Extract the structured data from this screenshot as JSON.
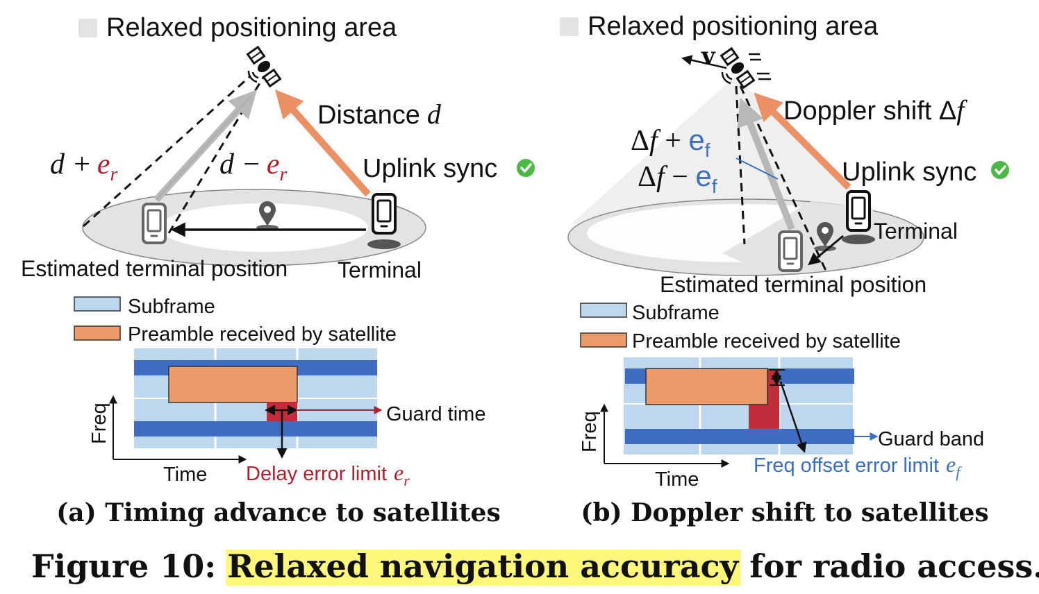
{
  "panel_a": {
    "legend_area": "Relaxed positioning area",
    "distance_label": "Distance",
    "distance_var": "d",
    "plus_label_d": "d +",
    "plus_label_e": "e",
    "plus_label_sub": "r",
    "minus_label_d": "d −",
    "minus_label_e": "e",
    "minus_label_sub": "r",
    "uplink_sync": "Uplink sync",
    "estimated_position": "Estimated terminal position",
    "terminal": "Terminal",
    "legend_subframe": "Subframe",
    "legend_preamble": "Preamble received by satellite",
    "axis_freq": "Freq",
    "axis_time": "Time",
    "guard_time": "Guard time",
    "delay_error_text": "Delay error limit",
    "delay_error_var": "e",
    "delay_error_sub": "r",
    "caption": "(a) Timing advance to satellites"
  },
  "panel_b": {
    "legend_area": "Relaxed positioning area",
    "velocity": "v",
    "doppler_label": "Doppler shift Δ",
    "doppler_var": "f",
    "plus_label_df": "Δ",
    "plus_label_f": "f",
    "plus_label_op": " + ",
    "plus_label_e": "e",
    "plus_label_sub": "f",
    "minus_label_df": "Δ",
    "minus_label_f": "f",
    "minus_label_op": " − ",
    "minus_label_e": "e",
    "minus_label_sub": "f",
    "uplink_sync": "Uplink sync",
    "terminal": "Terminal",
    "estimated_position": "Estimated terminal position",
    "legend_subframe": "Subframe",
    "legend_preamble": "Preamble received by satellite",
    "axis_freq": "Freq",
    "axis_time": "Time",
    "guard_band": "Guard band",
    "freq_error_text": "Freq offset error limit",
    "freq_error_var": "e",
    "freq_error_sub": "f",
    "caption": "(b) Doppler shift to satellites"
  },
  "figure_caption": {
    "prefix": "Figure 10: ",
    "highlight": "Relaxed navigation accuracy",
    "suffix": " for radio access."
  },
  "colors": {
    "subframe_light": "#bcd7ee",
    "subframe_dark": "#3d6cc2",
    "preamble": "#ec9c6a",
    "guard": "#bf2e3a",
    "arrow_orange": "#ea9064",
    "arrow_gray": "#b8b8b8",
    "error_red": "#b0202c",
    "freq_blue": "#3b6fc4",
    "check_green": "#4db848",
    "highlight": "#fdf77a",
    "area_gray": "#e3e3e3"
  }
}
